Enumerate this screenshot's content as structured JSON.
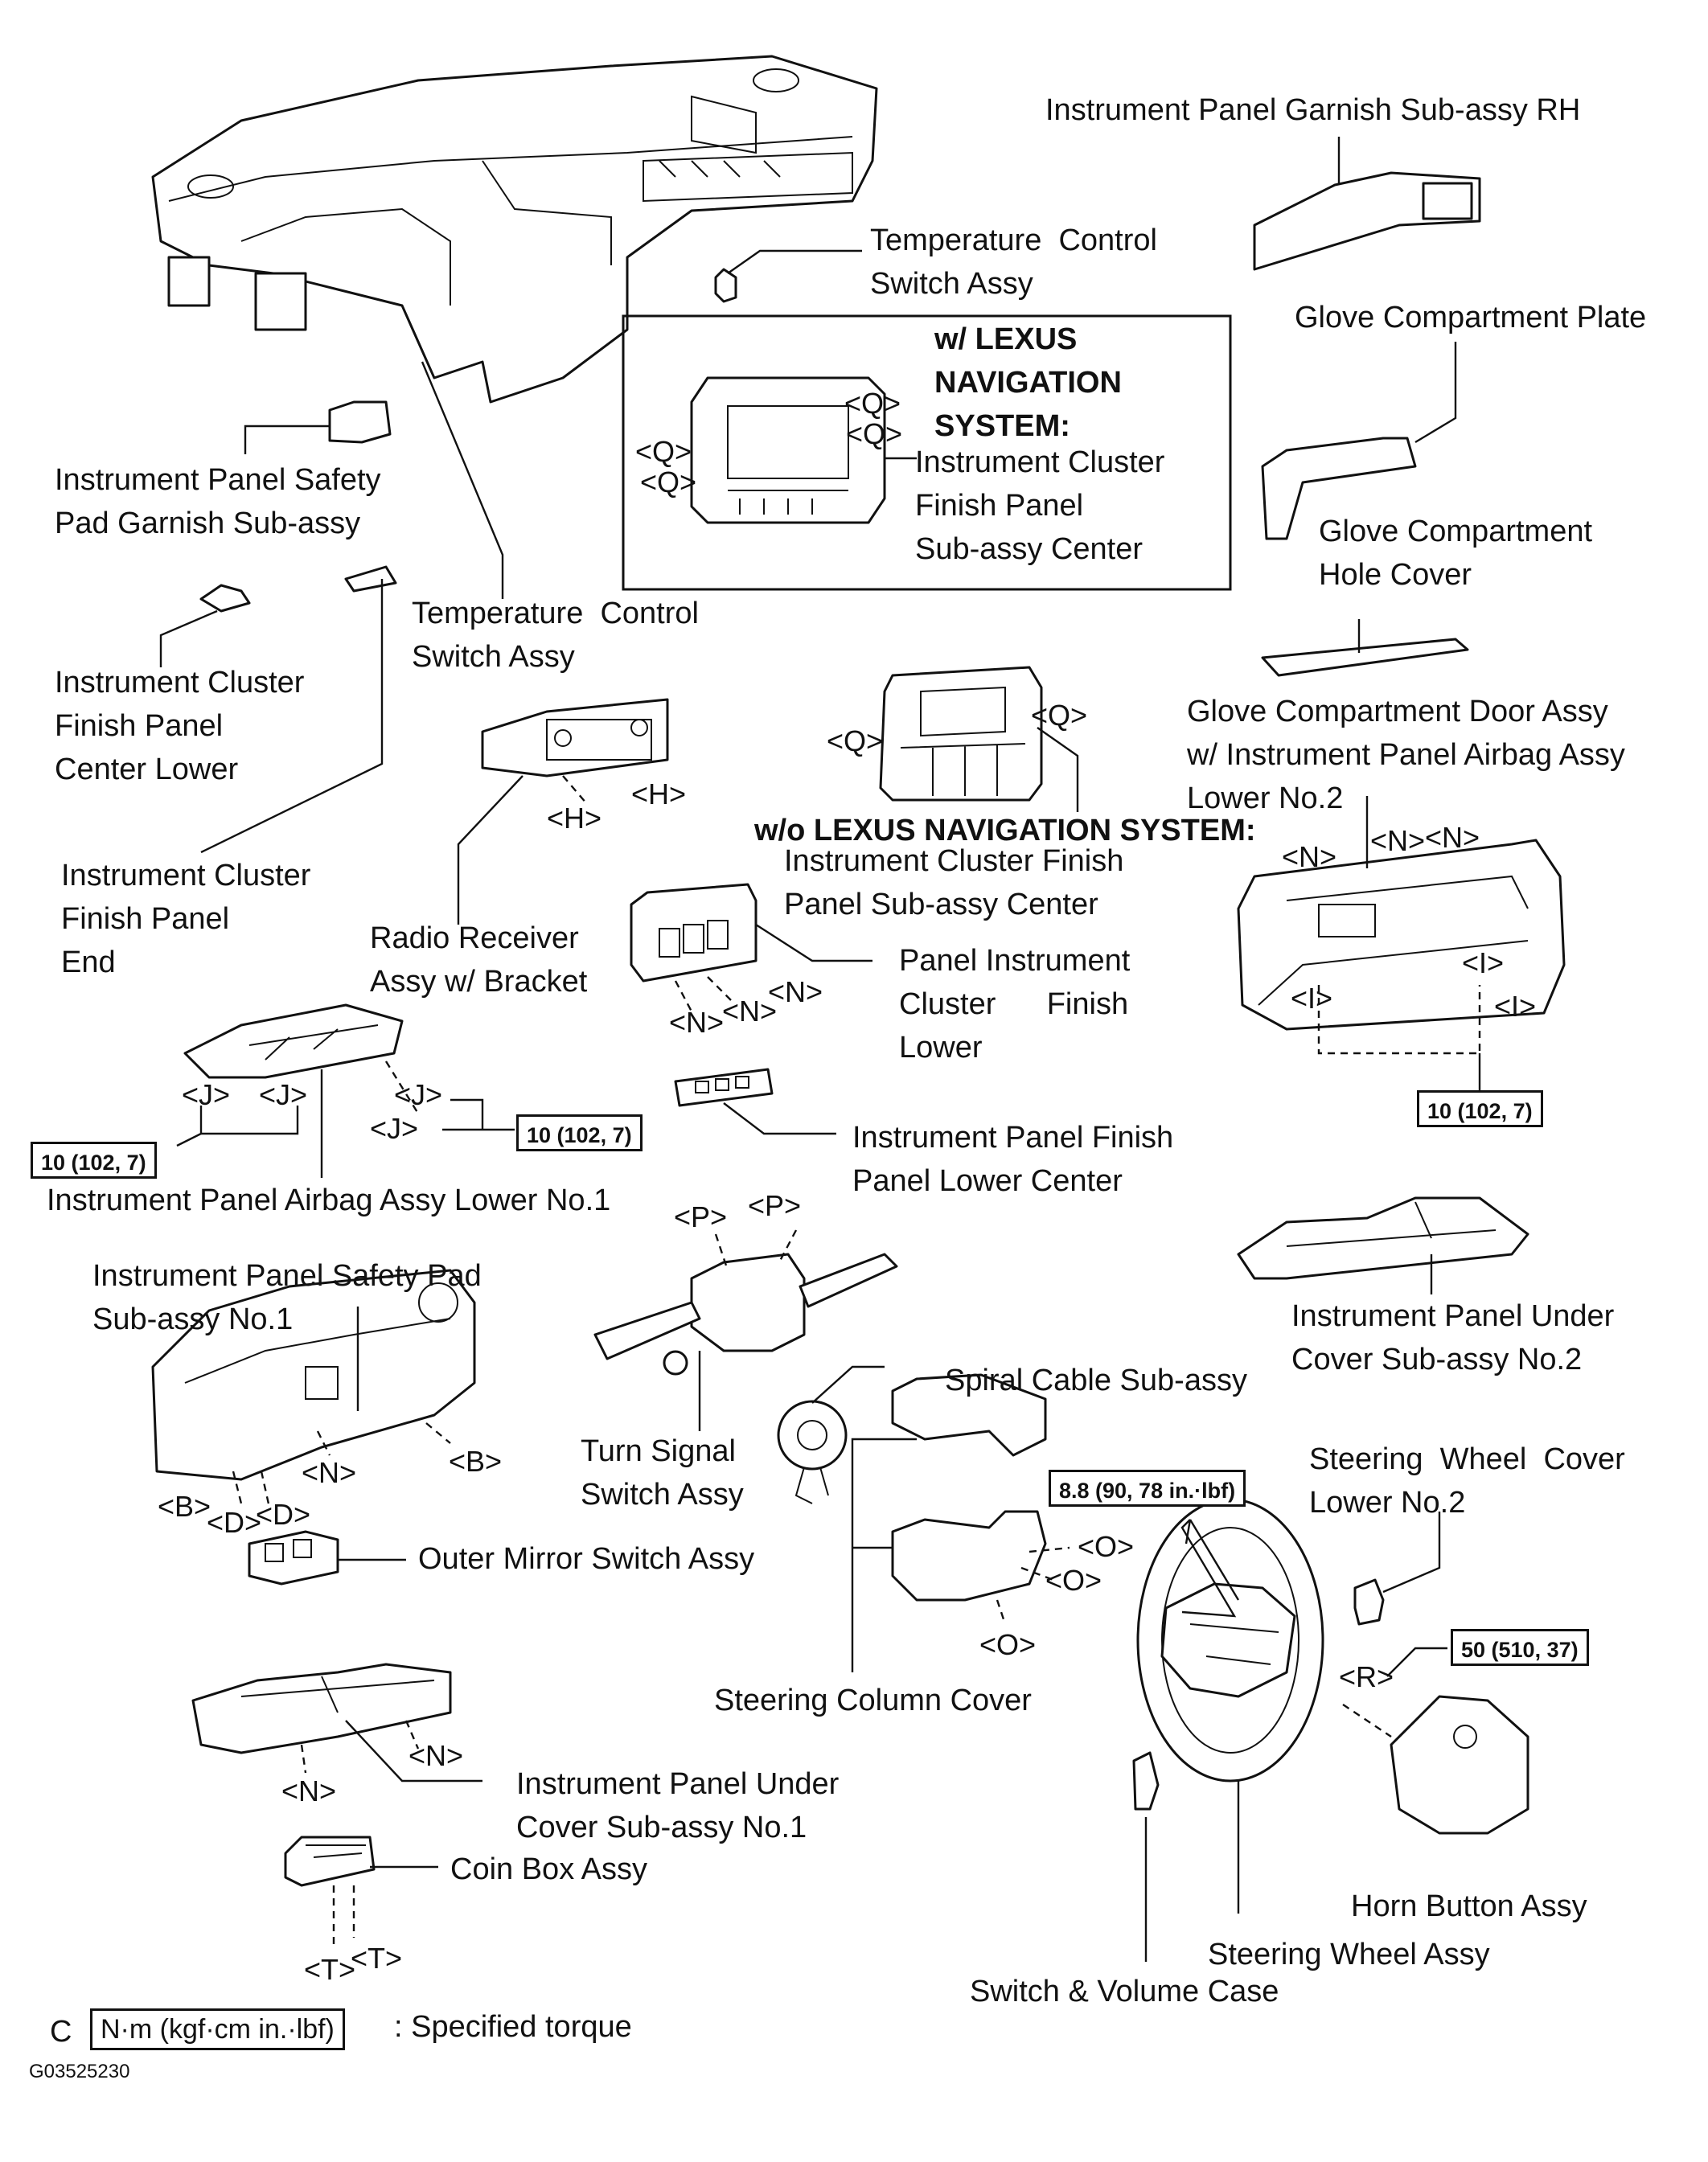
{
  "labels": {
    "garnish_rh": "Instrument Panel Garnish Sub-assy RH",
    "temp_switch_top": [
      "Temperature  Control",
      "Switch Assy"
    ],
    "glove_plate": "Glove Compartment Plate",
    "nav_header": [
      "w/ LEXUS",
      "NAVIGATION",
      "SYSTEM:"
    ],
    "nav_cluster": [
      "Instrument Cluster",
      "Finish Panel",
      "Sub-assy Center"
    ],
    "safety_pad_garnish": [
      "Instrument Panel Safety",
      "Pad Garnish Sub-assy"
    ],
    "glove_hole_cover": [
      "Glove Compartment",
      "Hole Cover"
    ],
    "temp_switch_mid": [
      "Temperature  Control",
      "Switch Assy"
    ],
    "cluster_center_lower": [
      "Instrument Cluster",
      "Finish Panel",
      "Center Lower"
    ],
    "glove_door": [
      "Glove Compartment Door Assy",
      "w/ Instrument Panel Airbag Assy",
      "Lower No.2"
    ],
    "wo_nav_header": "w/o LEXUS NAVIGATION SYSTEM:",
    "wo_nav_cluster": [
      "Instrument Cluster Finish",
      "Panel Sub-assy Center"
    ],
    "cluster_end": [
      "Instrument Cluster",
      "Finish Panel",
      "End"
    ],
    "radio": [
      "Radio Receiver",
      "Assy w/ Bracket"
    ],
    "panel_cluster_lower": [
      "Panel Instrument",
      "Cluster      Finish",
      "Lower"
    ],
    "finish_lower_center": [
      "Instrument Panel Finish",
      "Panel Lower Center"
    ],
    "airbag_lower_no1": "Instrument Panel Airbag Assy Lower No.1",
    "under_cover_no2": [
      "Instrument Panel Under",
      "Cover Sub-assy No.2"
    ],
    "safety_pad_no1": [
      "Instrument Panel Safety Pad",
      "Sub-assy No.1"
    ],
    "spiral_cable": "Spiral Cable Sub-assy",
    "steering_cover_lower2": [
      "Steering  Wheel  Cover",
      "Lower No.2"
    ],
    "turn_signal": [
      "Turn Signal",
      "Switch Assy"
    ],
    "outer_mirror": "Outer Mirror Switch Assy",
    "steering_column_cover": "Steering Column Cover",
    "under_cover_no1": [
      "Instrument Panel Under",
      "Cover Sub-assy No.1"
    ],
    "coin_box": "Coin Box Assy",
    "horn_button": "Horn Button Assy",
    "steering_wheel": "Steering Wheel Assy",
    "switch_volume": "Switch & Volume Case"
  },
  "torque": {
    "t_10_a": "10 (102, 7)",
    "t_10_b": "10 (102, 7)",
    "t_10_c": "10 (102, 7)",
    "t_88": "8.8 (90, 78 in.·lbf)",
    "t_50": "50 (510, 37)"
  },
  "callouts": {
    "Q": "<Q>",
    "N": "<N>",
    "H": "<H>",
    "J": "<J>",
    "I": "<I>",
    "P": "<P>",
    "B": "<B>",
    "D": "<D>",
    "O": "<O>",
    "R": "<R>",
    "T": "<T>"
  },
  "legend": {
    "prefix": "C",
    "unit_box": "N·m (kgf·cm in.·lbf)",
    "meaning": ": Specified torque"
  },
  "figure_id": "G03525230"
}
